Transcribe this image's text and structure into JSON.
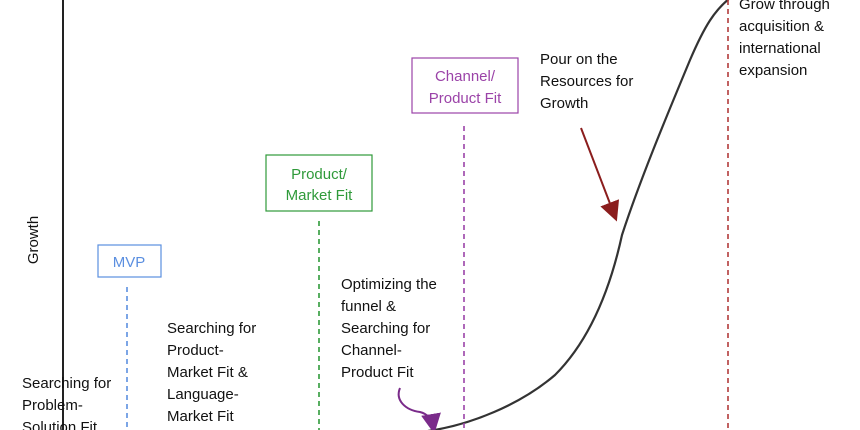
{
  "axis": {
    "ylabel": "Growth"
  },
  "milestones": {
    "mvp": {
      "label": "MVP",
      "color": "#5b8fe0"
    },
    "product_market": {
      "line1": "Product/",
      "line2": "Market Fit",
      "color": "#2f9a3a"
    },
    "channel_product": {
      "line1": "Channel/",
      "line2": "Product Fit",
      "color": "#9b43a8"
    },
    "scale": {
      "color": "#b23b3b"
    }
  },
  "stages": {
    "problem_solution": [
      "Searching for",
      "Problem-",
      "Solution Fit"
    ],
    "product_market_search": [
      "Searching for",
      "Product-",
      "Market Fit &",
      "Language-",
      "Market Fit"
    ],
    "optimizing": [
      "Optimizing the",
      "funnel &",
      "Searching for",
      "Channel-",
      "Product Fit"
    ],
    "resources": [
      "Pour on the",
      "Resources for",
      "Growth"
    ],
    "grow": [
      "Grow through",
      "acquisition &",
      "international",
      "expansion"
    ]
  },
  "colors": {
    "curve": "#333333",
    "axis": "#222222",
    "resources_arrow": "#8b1d1d",
    "optimizing_arrow": "#7a2b8a"
  }
}
